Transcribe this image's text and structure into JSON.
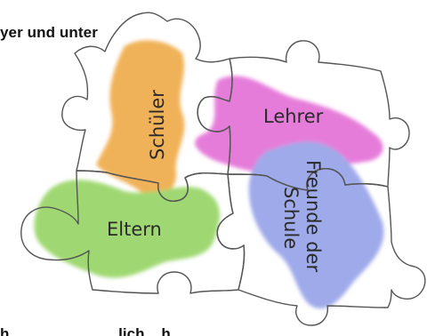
{
  "top_caption": "yer und unter",
  "bottom_caption": "h                          lich    h",
  "pieces": [
    {
      "label": "Schüler",
      "color": "#eea53a"
    },
    {
      "label": "Lehrer",
      "color": "#e266d4"
    },
    {
      "label": "Eltern",
      "color": "#8fd25a"
    },
    {
      "label_line1": "Freunde der",
      "label_line2": "Schule",
      "color": "#8e9ce6"
    }
  ]
}
